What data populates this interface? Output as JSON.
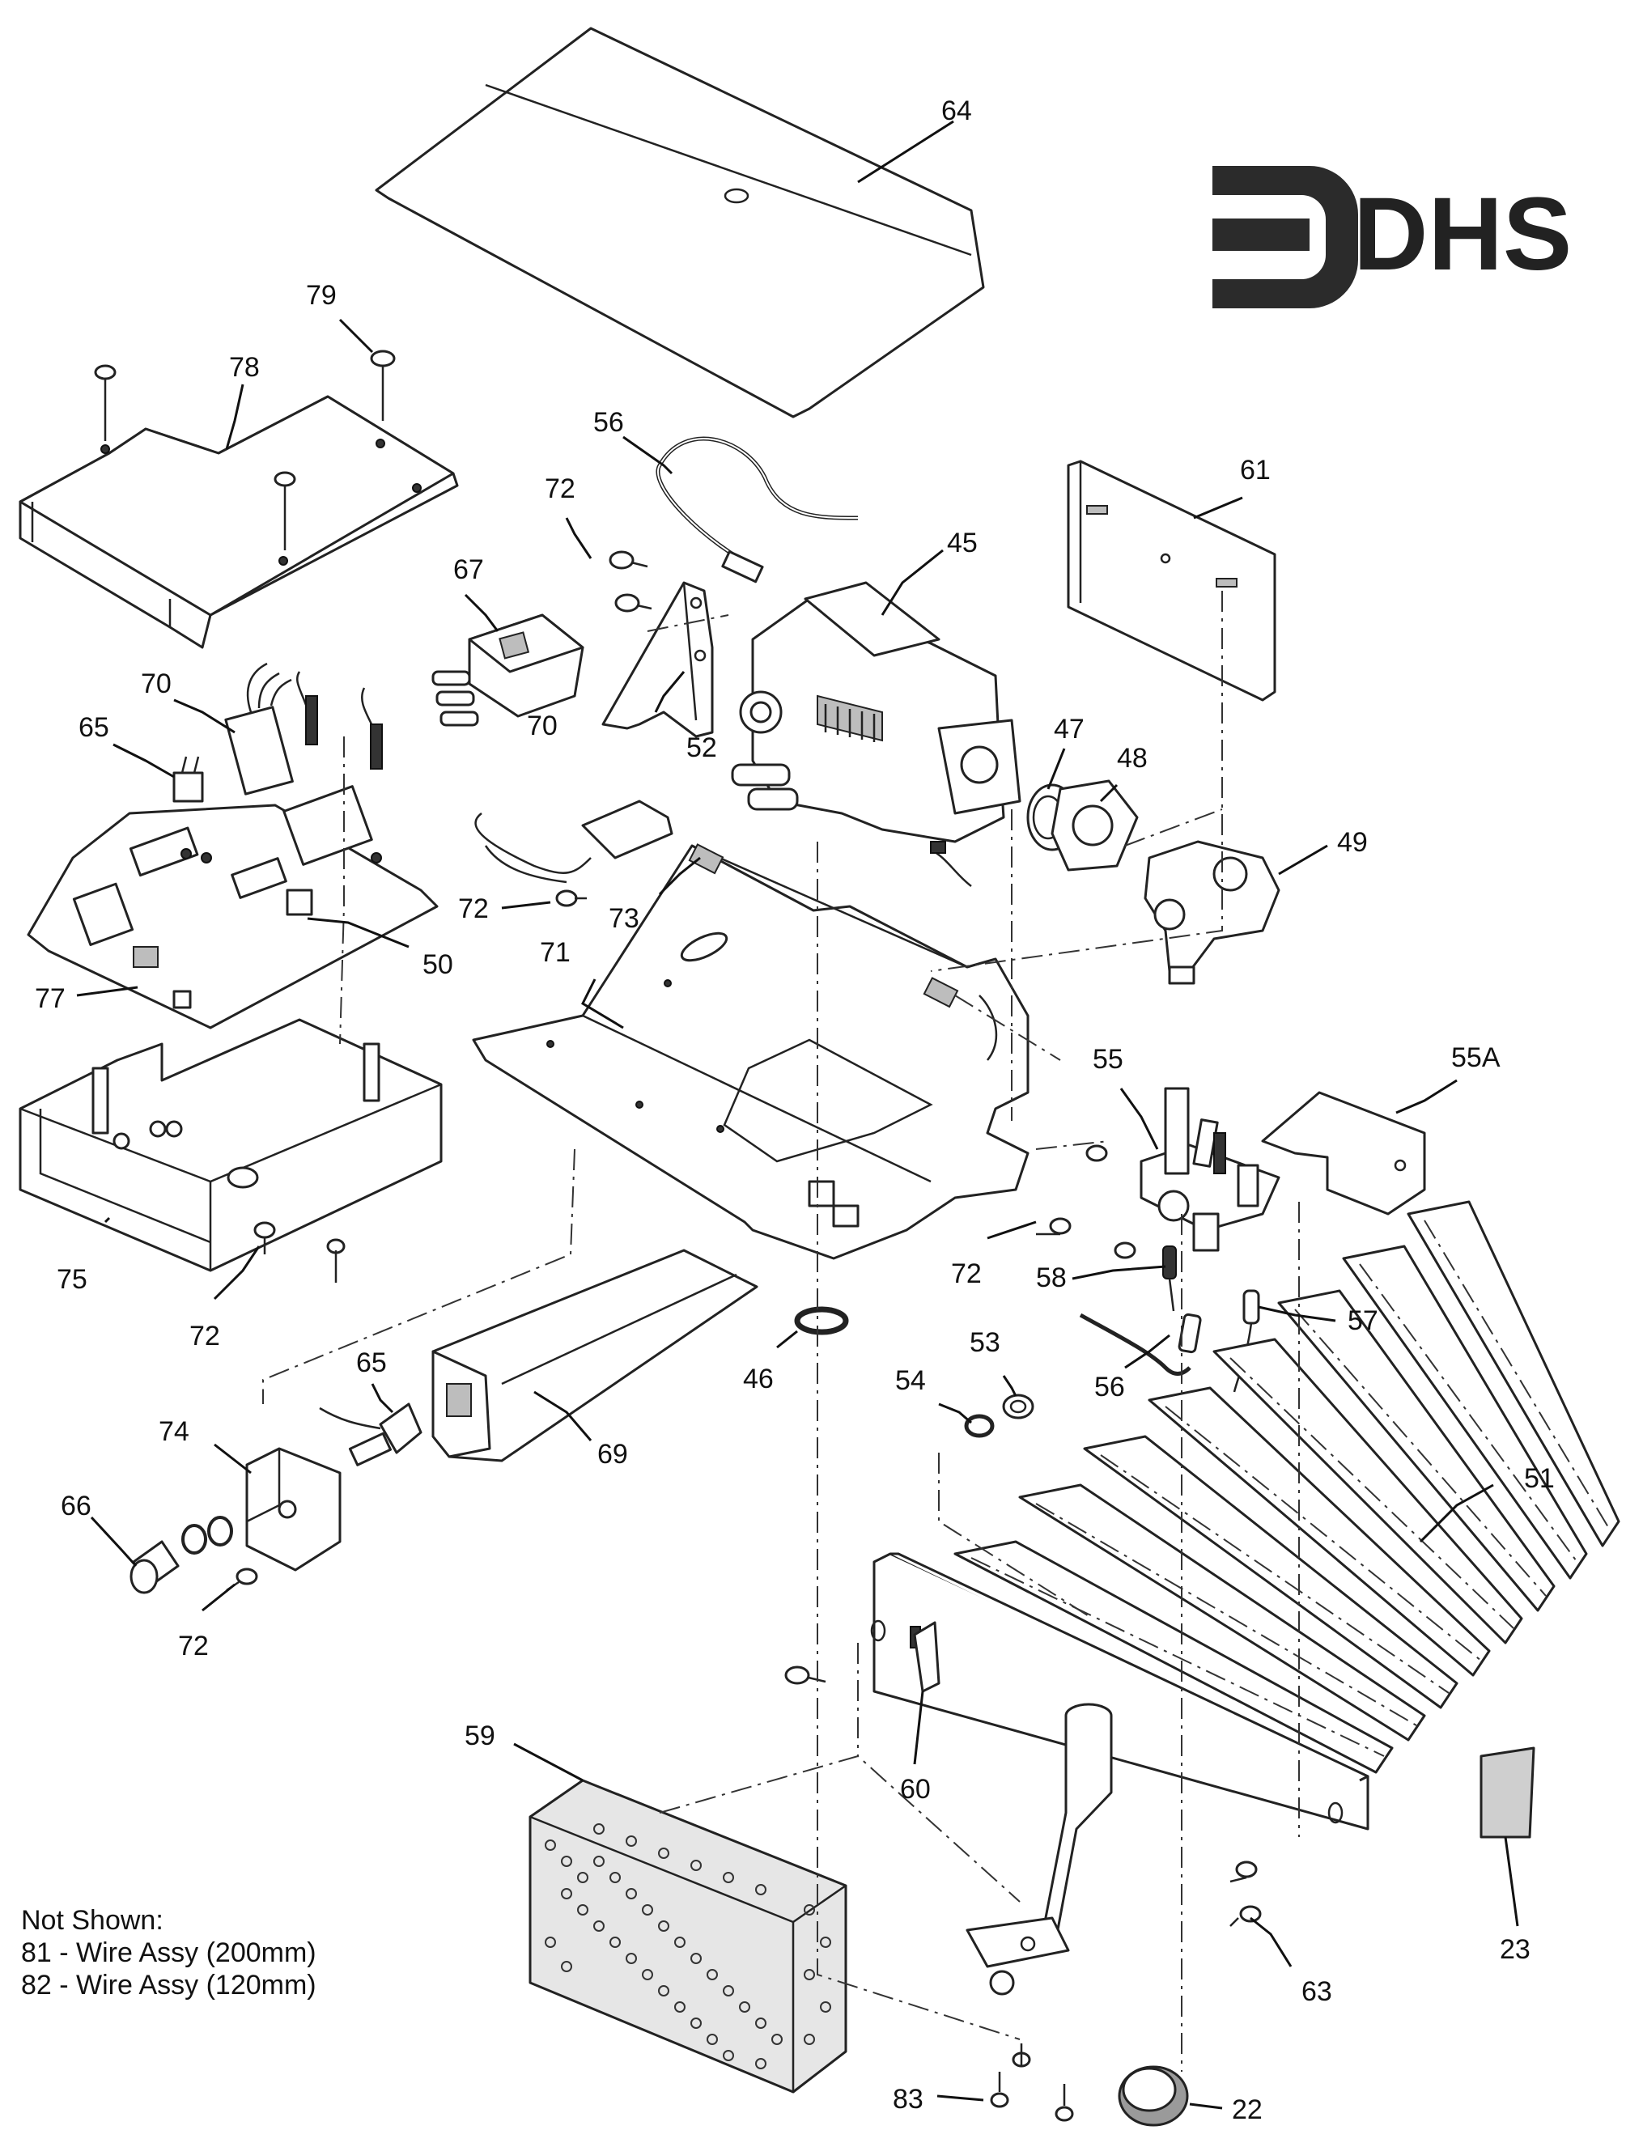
{
  "brand": {
    "logo_text": "DHS"
  },
  "not_shown": {
    "heading": "Not Shown:",
    "items": [
      "81 - Wire Assy (200mm)",
      "82 - Wire Assy (120mm)"
    ]
  },
  "part_labels": {
    "p64": "64",
    "p79": "79",
    "p78": "78",
    "p56a": "56",
    "p72a": "72",
    "p45": "45",
    "p61": "61",
    "p67": "67",
    "p70a": "70",
    "p65a": "65",
    "p52": "52",
    "p47": "47",
    "p48": "48",
    "p70b": "70",
    "p49": "49",
    "p72b": "72",
    "p73": "73",
    "p50": "50",
    "p77": "77",
    "p71": "71",
    "p55": "55",
    "p55A": "55A",
    "p75": "75",
    "p72c": "72",
    "p72d": "72",
    "p58": "58",
    "p57": "57",
    "p46": "46",
    "p56b": "56",
    "p53": "53",
    "p54": "54",
    "p65b": "65",
    "p74": "74",
    "p69": "69",
    "p51": "51",
    "p66": "66",
    "p72e": "72",
    "p59": "59",
    "p60": "60",
    "p23": "23",
    "p63": "63",
    "p83": "83",
    "p22": "22"
  }
}
